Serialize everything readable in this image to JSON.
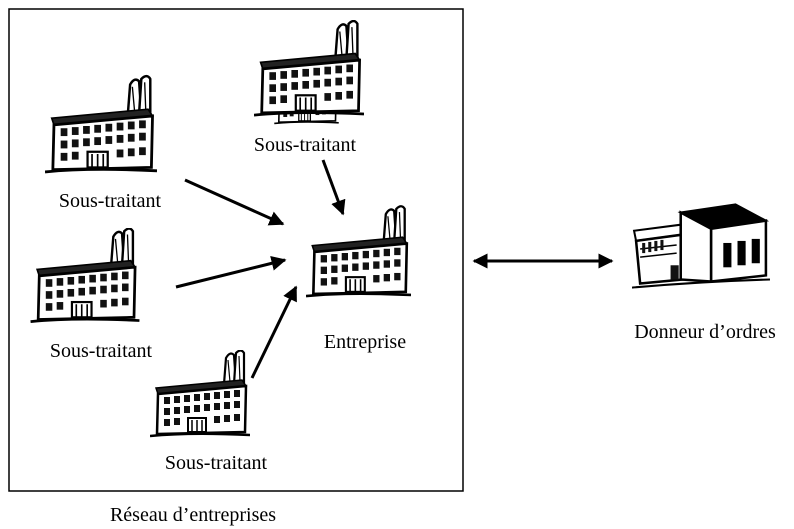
{
  "network": {
    "caption": "Réseau d’entreprises",
    "company_label": "Entreprise",
    "subcontractors": [
      {
        "label": "Sous-traitant"
      },
      {
        "label": "Sous-traitant"
      },
      {
        "label": "Sous-traitant"
      },
      {
        "label": "Sous-traitant"
      }
    ]
  },
  "client": {
    "label": "Donneur d’ordres"
  },
  "icons": {
    "factory": "factory-icon",
    "client_building": "warehouse-icon"
  },
  "colors": {
    "stroke": "#000000",
    "background": "#ffffff"
  }
}
